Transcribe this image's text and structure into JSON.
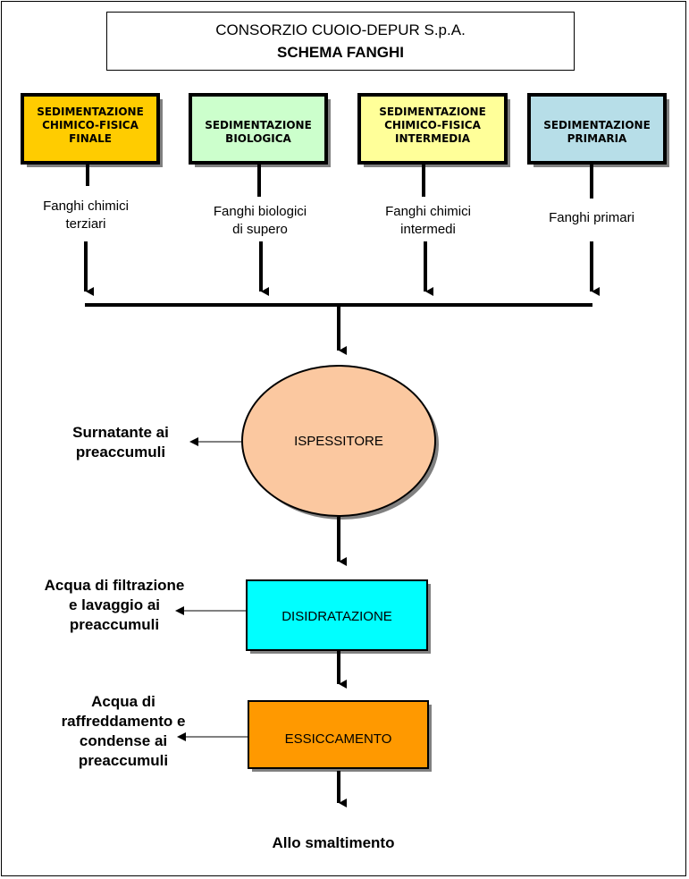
{
  "header": {
    "line1": "CONSORZIO CUOIO-DEPUR S.p.A.",
    "line2": "SCHEMA FANGHI"
  },
  "sources": [
    {
      "box_label": "SEDIMENTAZIONE\nCHIMICO-FISICA\nFINALE",
      "color": "#FFCC00",
      "sludge": "Fanghi chimici\nterziari"
    },
    {
      "box_label": "SEDIMENTAZIONE\nBIOLOGICA",
      "color": "#CCFFCC",
      "sludge": "Fanghi biologici\ndi supero"
    },
    {
      "box_label": "SEDIMENTAZIONE\nCHIMICO-FISICA\nINTERMEDIA",
      "color": "#FFFF99",
      "sludge": "Fanghi chimici\nintermedi"
    },
    {
      "box_label": "SEDIMENTAZIONE\nPRIMARIA",
      "color": "#B7DEE8",
      "sludge": "Fanghi primari"
    }
  ],
  "process": {
    "thickener": {
      "label": "ISPESSITORE",
      "color": "#FBC8A0",
      "side_output": "Surnatante ai\npreaccumuli"
    },
    "dewatering": {
      "label": "DISIDRATAZIONE",
      "color": "#00FFFF",
      "side_output": "Acqua di filtrazione\ne lavaggio ai\npreaccumuli"
    },
    "drying": {
      "label": "ESSICCAMENTO",
      "color": "#FF9900",
      "side_output": "Acqua di\nraffreddamento e\ncondense ai\npreaccumuli"
    },
    "final_output": "Allo smaltimento"
  }
}
